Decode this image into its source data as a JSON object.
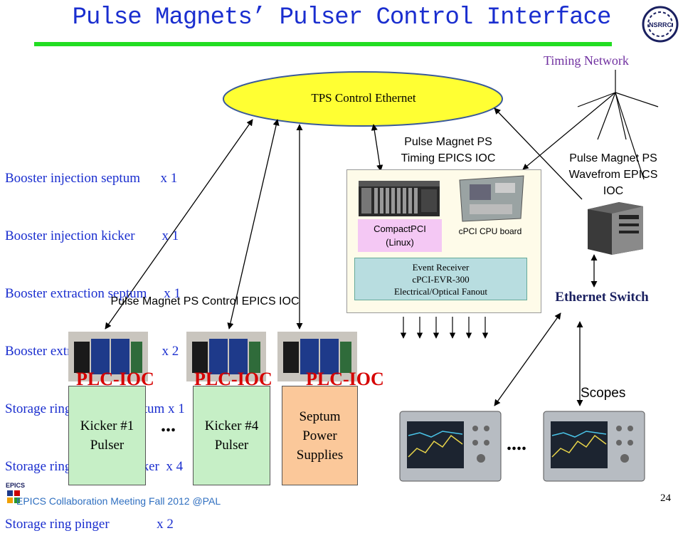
{
  "slide": {
    "title": "Pulse Magnets’ Pulser Control Interface",
    "footer": "EPICS Collaboration Meeting Fall 2012 @PAL",
    "page_number": "24",
    "logo_left": "EPICS",
    "logo_right": "NSRRC",
    "accent_color": "#22dd22",
    "title_color": "#1a2ecf"
  },
  "network": {
    "timing_network": "Timing Network",
    "control_ethernet": "TPS Control Ethernet",
    "ethernet_switch": "Ethernet Switch"
  },
  "magnets": [
    "Booster injection septum      x 1",
    "Booster injection kicker        x 1",
    "Booster extraction septum     x 1",
    "Booster extraction kicker      x 2",
    "Storage ring injection septum x 1",
    "Storage ring injection kicker  x 4",
    "Storage ring pinger              x 2"
  ],
  "labels": {
    "timing_ioc": "Pulse Magnet PS\nTiming EPICS IOC",
    "waveform_ioc": "Pulse Magnet PS\nWavefrom EPICS\nIOC",
    "control_ioc": "Pulse Magnet PS Control EPICS IOC",
    "compactpci": "CompactPCI\n(Linux)",
    "cpu_board": "cPCI CPU board",
    "evr": "Event Receiver\ncPCI-EVR-300\nElectrical/Optical  Fanout",
    "scopes": "Scopes",
    "dots_pulsers": "...",
    "dots_scopes": "...."
  },
  "plc": {
    "label": "PLC-IOC",
    "units": [
      {
        "name": "Kicker #1\nPulser",
        "color": "#c6efc6"
      },
      {
        "name": "Kicker #4\nPulser",
        "color": "#c6efc6"
      },
      {
        "name": "Septum\nPower\nSupplies",
        "color": "#fbc89a"
      }
    ]
  }
}
